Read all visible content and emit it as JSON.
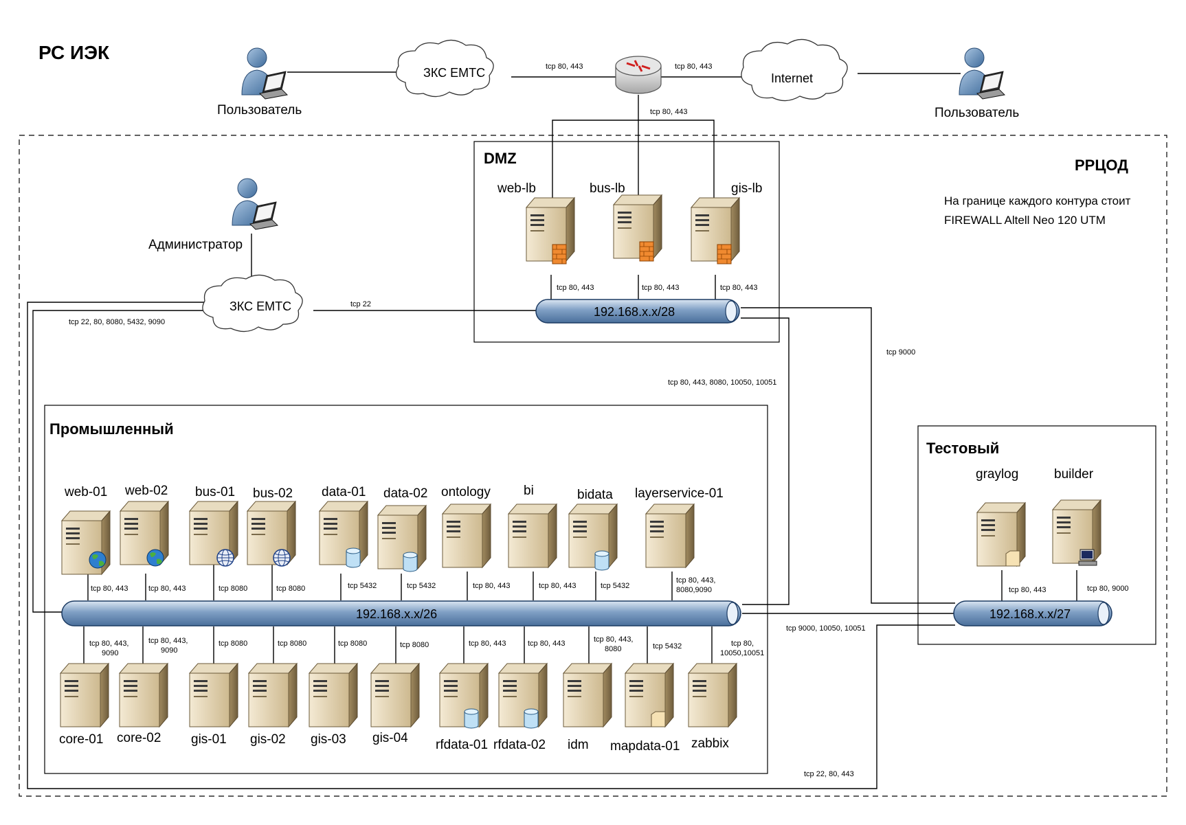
{
  "title": "РС ИЭК",
  "zones": {
    "rrcod": "РРЦОД",
    "dmz": "DMZ",
    "prom": "Промышленный",
    "test": "Тестовый"
  },
  "note": {
    "line1": "На границе каждого контура стоит",
    "line2": "FIREWALL Altell Neo 120 UTM"
  },
  "users": {
    "left": "Пользователь",
    "right": "Пользователь",
    "admin": "Администратор"
  },
  "clouds": {
    "top_left": "ЗКС ЕМТС",
    "internet": "Internet",
    "admin_net": "ЗКС ЕМТС"
  },
  "buses": {
    "dmz": "192.168.x.x/28",
    "prom": "192.168.x.x/26",
    "test": "192.168.x.x/27"
  },
  "ports": {
    "router_left": "tcp 80, 443",
    "router_right": "tcp 80, 443",
    "router_down": "tcp 80, 443",
    "admin_tcp22": "tcp 22",
    "admin_multi": "tcp 22, 80, 8080, 5432, 9090",
    "dmz_web": "tcp 80, 443",
    "dmz_bus": "tcp 80, 443",
    "dmz_gis": "tcp 80, 443",
    "dmz_to_test": "tcp 9000",
    "dmz_to_prom": "tcp 80, 443, 8080, 10050, 10051",
    "web01": "tcp 80, 443",
    "web02": "tcp 80, 443",
    "bus01": "tcp 8080",
    "bus02": "tcp 8080",
    "data01": "tcp 5432",
    "data02": "tcp 5432",
    "ontology": "tcp 80, 443",
    "bi": "tcp 80, 443",
    "bidata": "tcp 5432",
    "layerservice_l1": "tcp 80, 443,",
    "layerservice_l2": "8080,9090",
    "core01_l1": "tcp 80, 443,",
    "core01_l2": "9090",
    "core02_l1": "tcp 80, 443,",
    "core02_l2": "9090",
    "gis01": "tcp 8080",
    "gis02": "tcp 8080",
    "gis03": "tcp 8080",
    "gis04": "tcp 8080",
    "rfdata01": "tcp 80, 443",
    "rfdata02": "tcp 80, 443",
    "idm_l1": "tcp 80, 443,",
    "idm_l2": "8080",
    "mapdata01": "tcp 5432",
    "zabbix_l1": "tcp 80,",
    "zabbix_l2": "10050,10051",
    "prom_to_test": "tcp 9000, 10050, 10051",
    "bottom_loop": "tcp 22, 80, 443",
    "graylog": "tcp 80, 443",
    "builder": "tcp 80, 9000"
  },
  "servers": {
    "web_lb": "web-lb",
    "bus_lb": "bus-lb",
    "gis_lb": "gis-lb",
    "web01": "web-01",
    "web02": "web-02",
    "bus01": "bus-01",
    "bus02": "bus-02",
    "data01": "data-01",
    "data02": "data-02",
    "ontology": "ontology",
    "bi": "bi",
    "bidata": "bidata",
    "layerservice01": "layerservice-01",
    "core01": "core-01",
    "core02": "core-02",
    "gis01": "gis-01",
    "gis02": "gis-02",
    "gis03": "gis-03",
    "gis04": "gis-04",
    "rfdata01": "rfdata-01",
    "rfdata02": "rfdata-02",
    "idm": "idm",
    "mapdata01": "mapdata-01",
    "zabbix": "zabbix",
    "graylog": "graylog",
    "builder": "builder"
  }
}
